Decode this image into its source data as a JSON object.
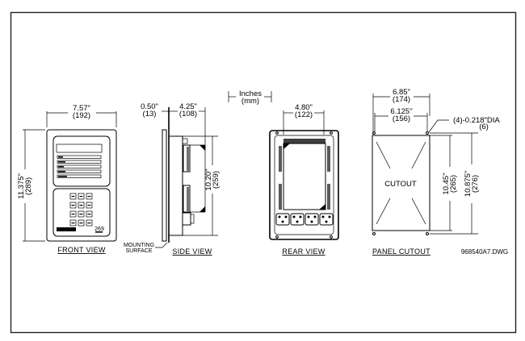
{
  "drawing": {
    "file_name": "968540A7.DWG",
    "units_legend": {
      "primary": "Inches",
      "secondary": "(mm)"
    }
  },
  "front_view": {
    "label": "FRONT VIEW",
    "width": {
      "in": "7.57\"",
      "mm": "(192)"
    },
    "height": {
      "in": "11.375\"",
      "mm": "(289)"
    },
    "model_number": "269"
  },
  "side_view": {
    "label": "SIDE VIEW",
    "bezel_depth": {
      "in": "0.50\"",
      "mm": "(13)"
    },
    "body_depth": {
      "in": "4.25\"",
      "mm": "(108)"
    },
    "height": {
      "in": "10.20\"",
      "mm": "(259)"
    },
    "mounting_surface_label": [
      "MOUNTING",
      "SURFACE"
    ]
  },
  "rear_view": {
    "label": "REAR VIEW",
    "width": {
      "in": "4.80\"",
      "mm": "(122)"
    }
  },
  "panel_cutout": {
    "label": "PANEL CUTOUT",
    "center_label": "CUTOUT",
    "outer_width": {
      "in": "6.85\"",
      "mm": "(174)"
    },
    "hole_spacing": {
      "in": "6.125\"",
      "mm": "(156)"
    },
    "cutout_height": {
      "in": "10.45\"",
      "mm": "(265)"
    },
    "hole_height": {
      "in": "10.875\"",
      "mm": "(276)"
    },
    "holes": {
      "in": "(4)-0.218\"DIA",
      "mm": "(6)"
    }
  }
}
